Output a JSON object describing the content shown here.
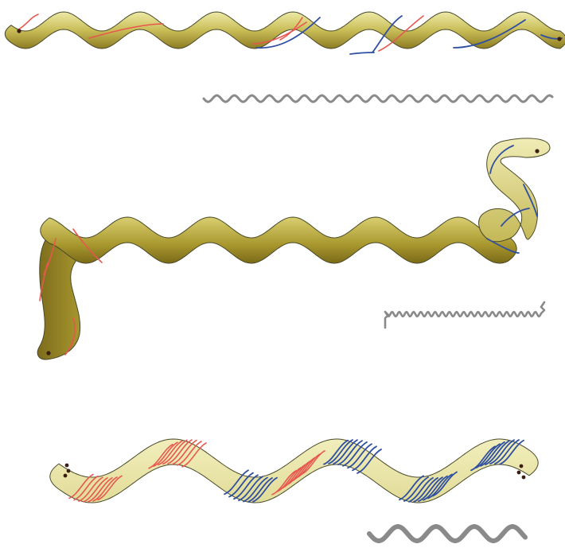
{
  "figure": {
    "panels": [
      {
        "id": "panel-a",
        "pattern": "alternating",
        "wave": "fine"
      },
      {
        "id": "panel-b",
        "pattern": "curled-ends",
        "wave": "hooked"
      },
      {
        "id": "panel-c",
        "pattern": "dense-helical",
        "wave": "coarse"
      }
    ]
  },
  "colors": {
    "body_light": "#ece8a8",
    "body_dark": "#9a8a28",
    "fiber_red": "#e8574f",
    "fiber_blue": "#2f4fa0",
    "wave": "#8a8a8a",
    "end_dot": "#3a1e12"
  }
}
